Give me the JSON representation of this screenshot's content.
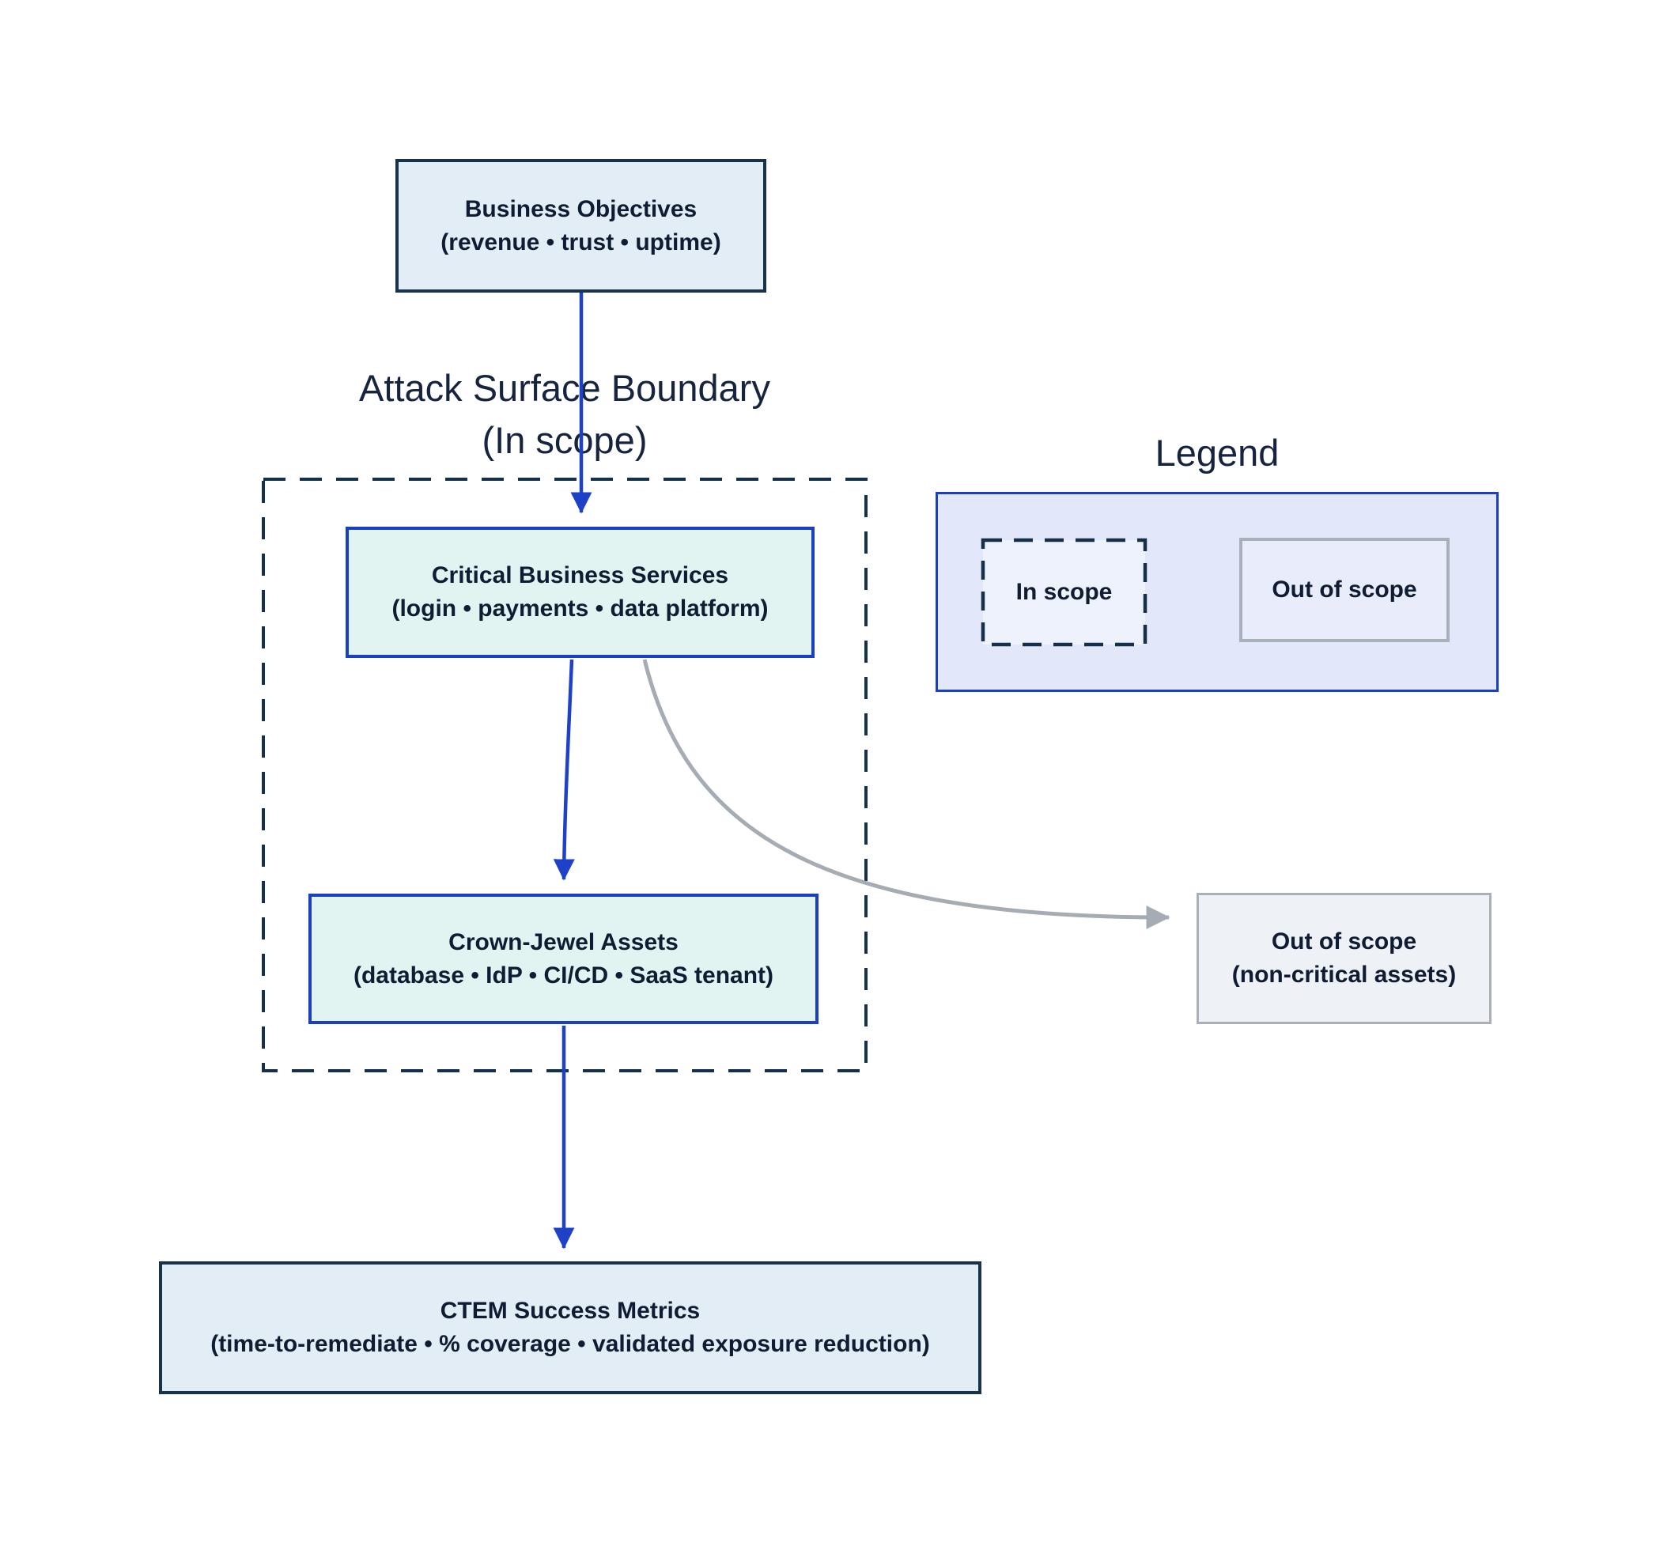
{
  "diagram_type": "flowchart",
  "nodes": {
    "business_objectives": {
      "title": "Business Objectives",
      "subtitle": "(revenue • trust • uptime)"
    },
    "critical_business_services": {
      "title": "Critical Business Services",
      "subtitle": "(login • payments • data platform)"
    },
    "crown_jewel_assets": {
      "title": "Crown-Jewel Assets",
      "subtitle": "(database • IdP • CI/CD • SaaS tenant)"
    },
    "ctem_success_metrics": {
      "title": "CTEM Success Metrics",
      "subtitle": "(time-to-remediate • % coverage • validated exposure reduction)"
    },
    "out_of_scope_assets": {
      "title": "Out of scope",
      "subtitle": "(non-critical assets)"
    }
  },
  "boundary": {
    "title_line1": "Attack Surface Boundary",
    "title_line2": "(In scope)"
  },
  "legend": {
    "title": "Legend",
    "in_scope_label": "In scope",
    "out_of_scope_label": "Out of scope"
  },
  "edges": [
    {
      "from": "business_objectives",
      "to": "critical_business_services",
      "style": "solid-blue"
    },
    {
      "from": "critical_business_services",
      "to": "crown_jewel_assets",
      "style": "solid-blue"
    },
    {
      "from": "crown_jewel_assets",
      "to": "ctem_success_metrics",
      "style": "solid-blue"
    },
    {
      "from": "critical_business_services",
      "to": "out_of_scope_assets",
      "style": "solid-gray"
    }
  ],
  "colors": {
    "navy_border": "#16324e",
    "navy_dash": "#14304b",
    "blue_accent": "#1b3fc2",
    "arrow_blue": "#1d42c8",
    "arrow_gray": "#a6acb4",
    "mint_fill": "#e1f4f2",
    "light_blue_fill": "#e2edf6",
    "lavender_fill": "#e2e7fa",
    "in_scope_fill": "#eef2fd",
    "out_scope_legend_fill": "#e9edfb",
    "out_scope_node_fill": "#eef2f6",
    "text_navy": "#0f1c33",
    "background": "#ffffff"
  }
}
